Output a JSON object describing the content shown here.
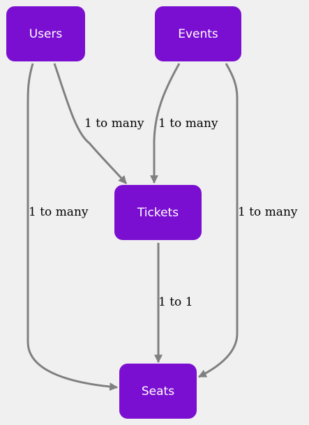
{
  "colors": {
    "background": "#f0f0f0",
    "node_fill": "#7b0fd1",
    "node_text": "#ffffff",
    "edge": "#808080",
    "label": "#000000"
  },
  "nodes": {
    "users": "Users",
    "events": "Events",
    "tickets": "Tickets",
    "seats": "Seats"
  },
  "edges": {
    "users_tickets": "1 to many",
    "events_tickets": "1 to many",
    "users_seats": "1 to many",
    "events_seats": "1 to many",
    "tickets_seats": "1 to 1"
  }
}
